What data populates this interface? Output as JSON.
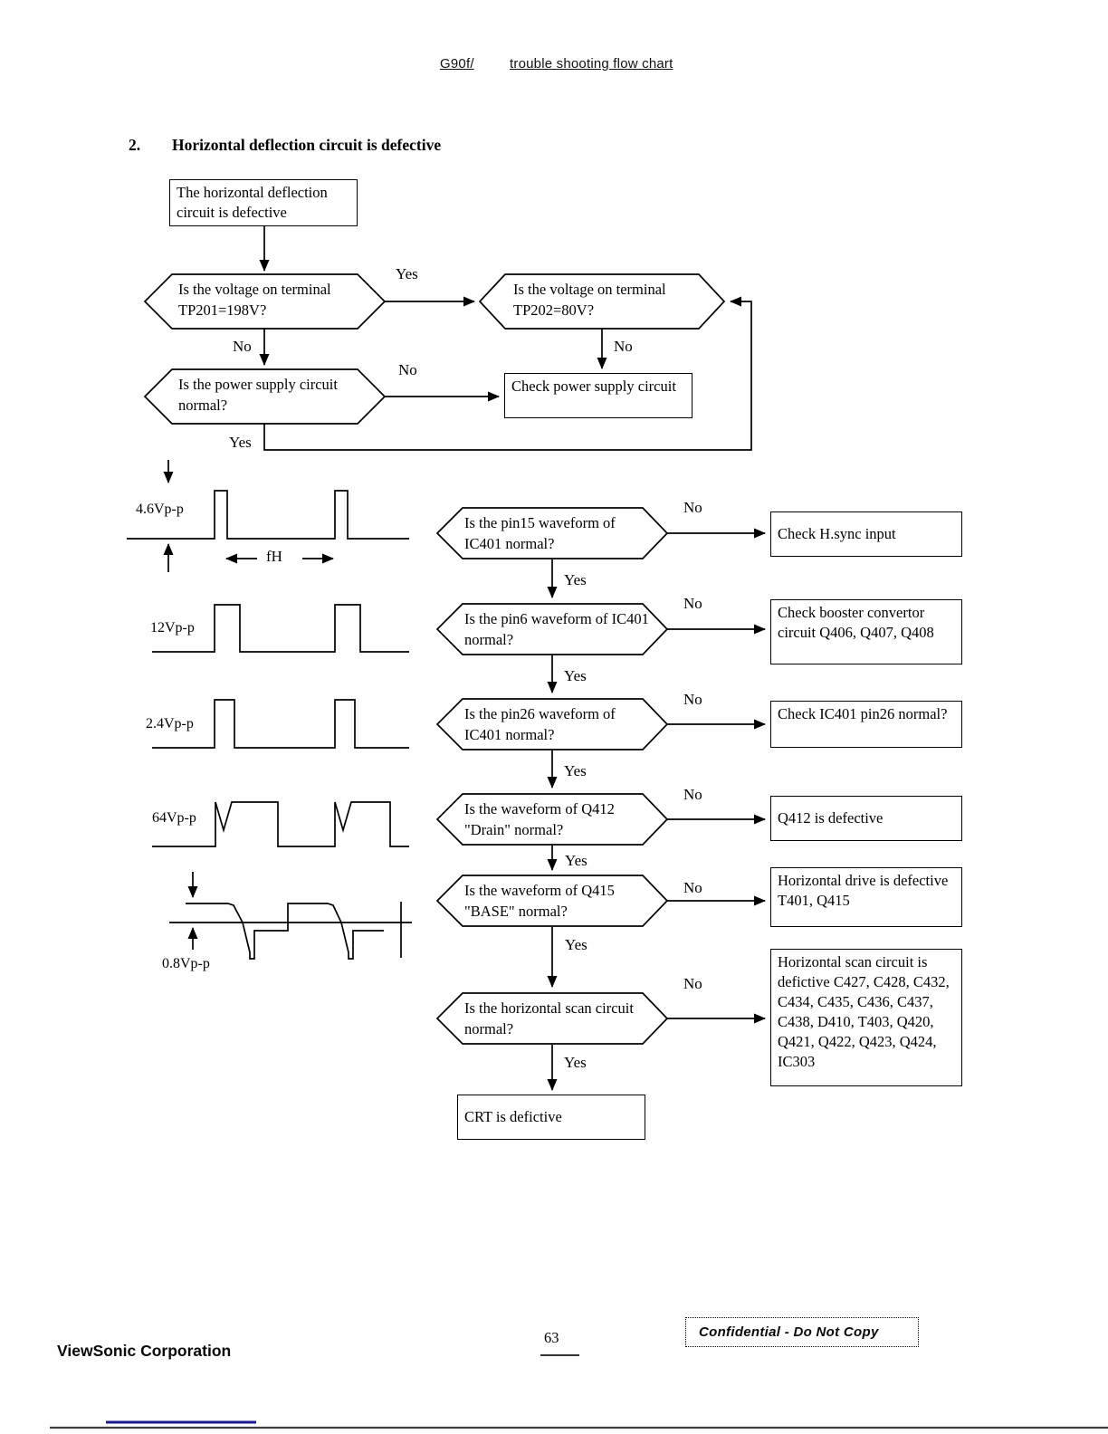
{
  "header": {
    "model": "G90f/",
    "title": "trouble shooting flow chart"
  },
  "section": {
    "number": "2.",
    "title": "Horizontal deflection circuit is defective"
  },
  "flow": {
    "labels": {
      "yes": "Yes",
      "no": "No"
    },
    "nodes": {
      "start": "The horizontal deflection circuit is defective",
      "tp201": "Is the voltage on terminal TP201=198V?",
      "tp202": "Is the voltage on terminal TP202=80V?",
      "psu": "Is the power supply circuit normal?",
      "check_psu": "Check power supply circuit",
      "pin15": "Is the pin15 waveform of IC401 normal?",
      "check_hsync": "Check H.sync input",
      "pin6": "Is the pin6 waveform of IC401 normal?",
      "check_booster": "Check booster convertor circuit Q406, Q407, Q408",
      "pin26": "Is the pin26 waveform of IC401 normal?",
      "check_pin26": "Check IC401 pin26 normal?",
      "q412": "Is the waveform of Q412 \"Drain\" normal?",
      "q412_defective": "Q412 is defective",
      "q415": "Is the waveform of Q415 \"BASE\" normal?",
      "hdrive_defective": "Horizontal drive is defective T401, Q415",
      "hscan": "Is the horizontal scan circuit normal?",
      "hscan_defective": "Horizontal scan circuit is defictive C427, C428, C432, C434, C435, C436, C437, C438, D410, T403, Q420, Q421, Q422, Q423, Q424, IC303",
      "crt": "CRT is defictive"
    },
    "waveforms": {
      "w1": "4.6Vp-p",
      "w1_period": "fH",
      "w2": "12Vp-p",
      "w3": "2.4Vp-p",
      "w4": "64Vp-p",
      "w5": "0.8Vp-p"
    }
  },
  "footer": {
    "company": "ViewSonic Corporation",
    "page_number": "63",
    "stamp": "Confidential  -  Do Not Copy"
  },
  "colors": {
    "line": "#000000",
    "footer_rule_blue": "#1b1b8f"
  }
}
